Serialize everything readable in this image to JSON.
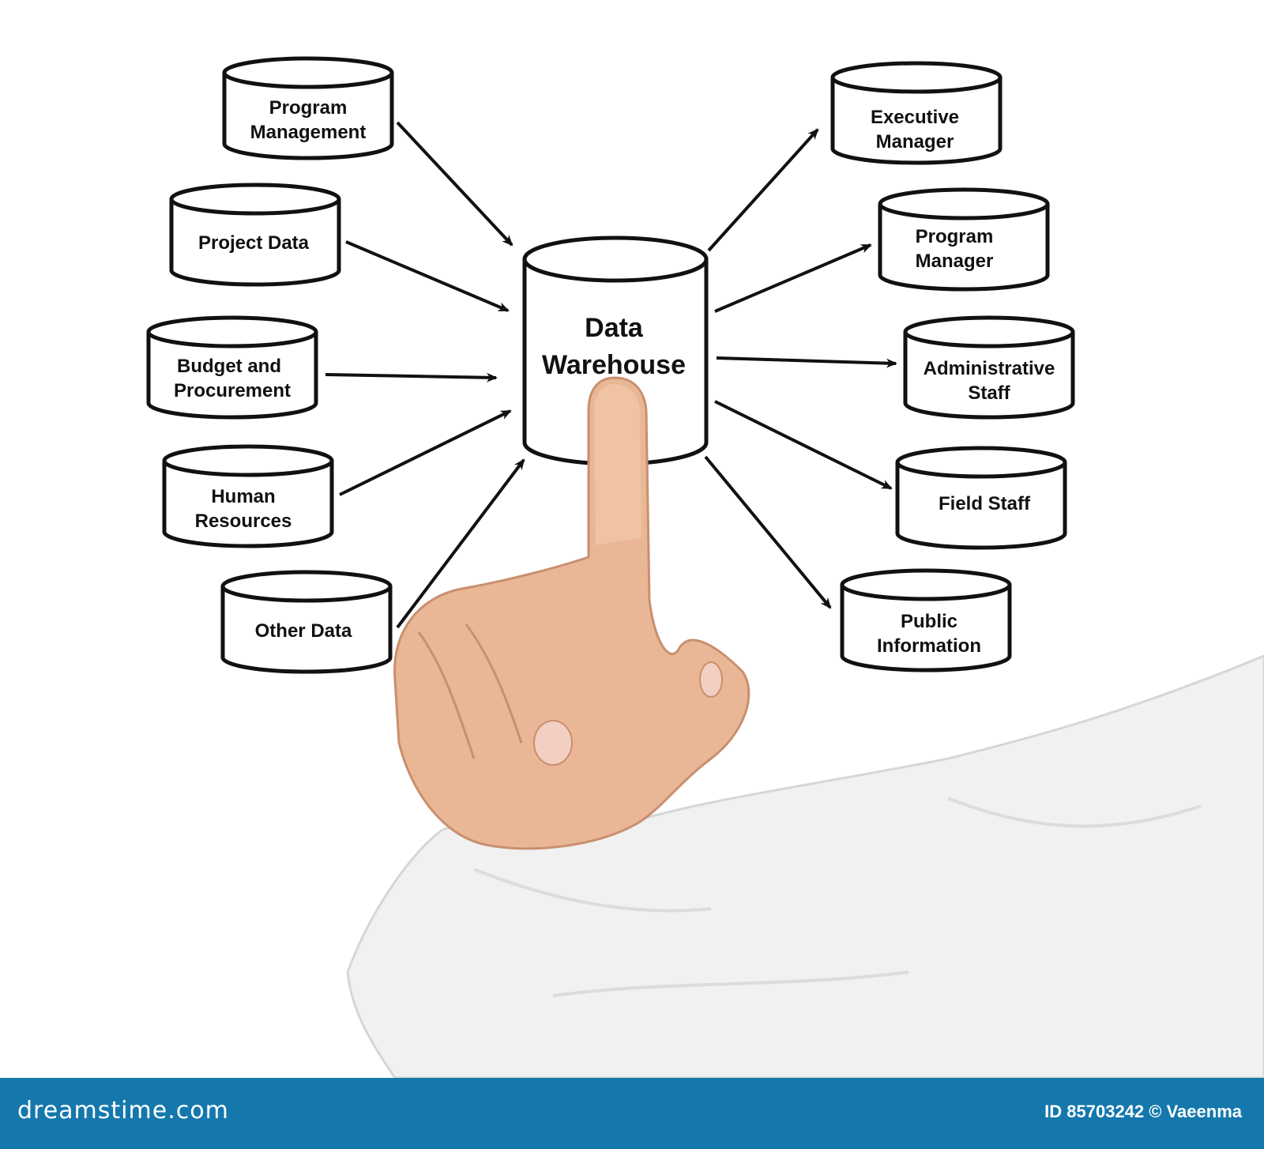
{
  "diagram": {
    "center": {
      "line1": "Data",
      "line2": "Warehouse"
    },
    "sources": [
      {
        "lines": [
          "Program",
          "Management"
        ]
      },
      {
        "lines": [
          "Project Data"
        ]
      },
      {
        "lines": [
          "Budget and",
          "Procurement"
        ]
      },
      {
        "lines": [
          "Human",
          "Resources"
        ]
      },
      {
        "lines": [
          "Other Data"
        ]
      }
    ],
    "targets": [
      {
        "lines": [
          "Executive",
          "Manager"
        ]
      },
      {
        "lines": [
          "Program",
          "Manager"
        ]
      },
      {
        "lines": [
          "Administrative",
          "Staff"
        ]
      },
      {
        "lines": [
          "Field Staff"
        ]
      },
      {
        "lines": [
          "Public",
          "Information"
        ]
      }
    ]
  },
  "footer": {
    "brand": "dreamstime.com",
    "credit": "ID 85703242 © Vaeenma"
  },
  "colors": {
    "footer_bg": "#1478ad",
    "ink": "#111111",
    "skin": "#e9b796",
    "sleeve": "#f1f1f1"
  }
}
